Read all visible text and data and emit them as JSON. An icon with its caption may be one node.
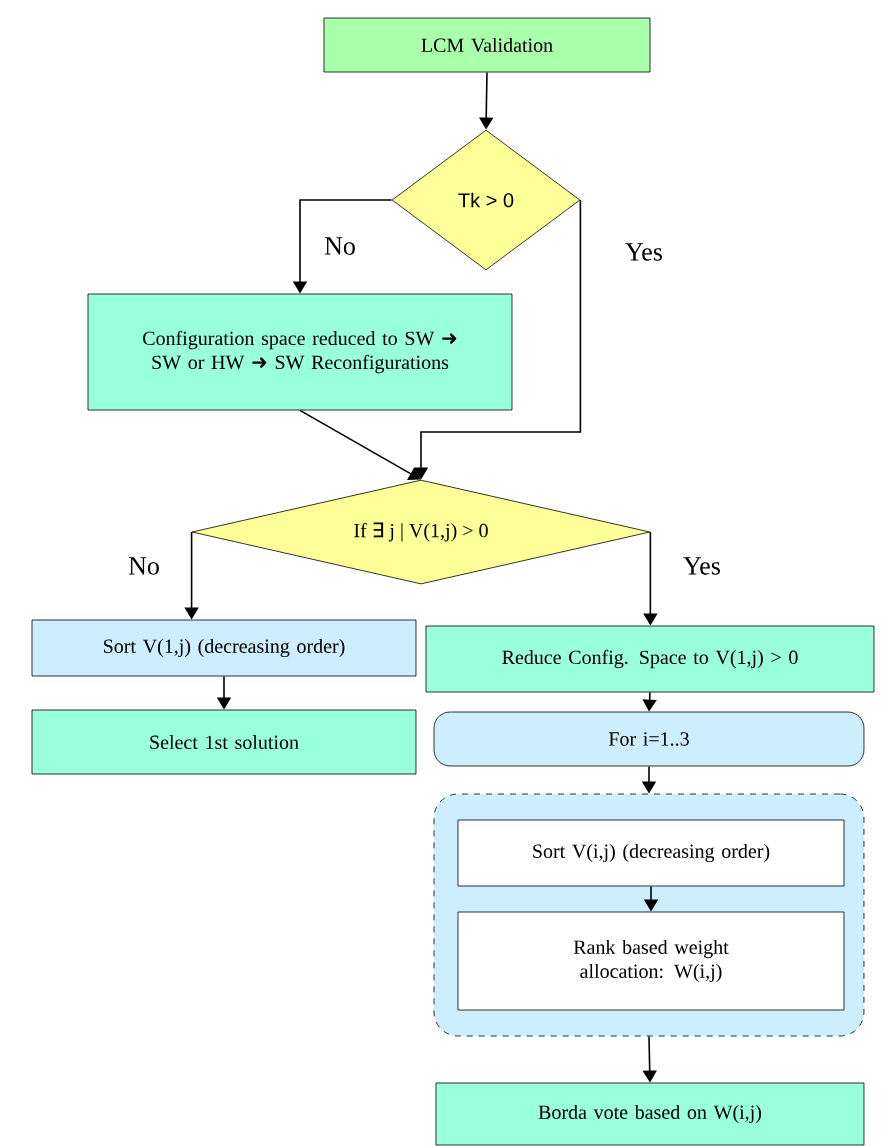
{
  "diagram": {
    "nodes": [
      {
        "text": [
          "LCM Validation"
        ]
      },
      {
        "text": [
          "Tk > 0"
        ]
      },
      {
        "text": [
          "Configuration space reduced to SW ➜ SW or HW ➜ SW Reconfigurations"
        ]
      },
      {
        "text": [
          "If ∃ j | V(1,j) > 0"
        ]
      },
      {
        "text": [
          "Sort V(1,j) (decreasing order)"
        ]
      },
      {
        "text": [
          "Select 1st solution"
        ]
      },
      {
        "text": [
          "Reduce Config. Space to V(1,j) > 0"
        ]
      },
      {
        "text": [
          "For i=1..3"
        ]
      },
      {
        "text": [],
        "shape": "box"
      },
      {
        "text": [
          "Sort V(i,j) (decreasing order)"
        ],
        "in": 8
      },
      {
        "text": [
          "Rank based weight allocation: W(i,j)"
        ],
        "in": 8
      },
      {
        "text": [
          "Borda vote based on W(i,j)"
        ]
      }
    ],
    "edges": [
      {
        "from": 0,
        "to": 1,
        "arrow": "to"
      },
      {
        "from": 1,
        "to": 2,
        "arrow": "to",
        "label": "No"
      },
      {
        "from": 1,
        "to": 3,
        "arrow": "to",
        "label": "Yes"
      },
      {
        "from": 2,
        "to": 3,
        "arrow": "to"
      },
      {
        "from": 3,
        "to": 4,
        "arrow": "to",
        "label": "No"
      },
      {
        "from": 3,
        "to": 6,
        "arrow": "to",
        "label": "Yes"
      },
      {
        "from": 4,
        "to": 5,
        "arrow": "to"
      },
      {
        "from": 6,
        "to": 7,
        "arrow": "to"
      },
      {
        "from": 7,
        "to": 8,
        "arrow": "to"
      },
      {
        "from": 9,
        "to": 10,
        "arrow": "to"
      },
      {
        "from": 8,
        "to": 11,
        "arrow": "to"
      }
    ]
  }
}
